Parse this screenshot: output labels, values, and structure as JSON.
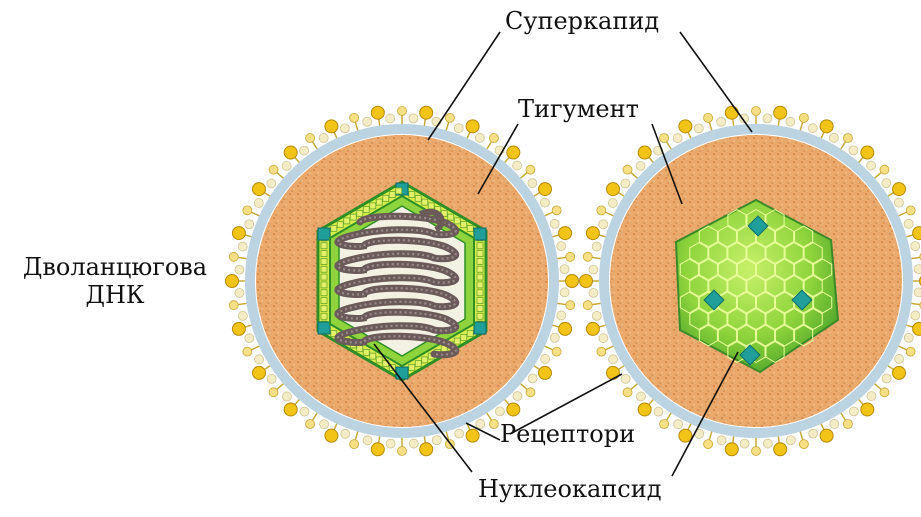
{
  "labels": {
    "supercapsid": "Суперкапид",
    "tegument": "Тигумент",
    "dna_line1": "Дволанцюгова",
    "dna_line2": "ДНК",
    "receptors": "Рецептори",
    "nucleocapsid": "Нуклеокапсид"
  },
  "colors": {
    "tegument": "#e9ad70",
    "tegument_dots": "#d9894a",
    "membrane": "#c9dbe6",
    "receptor": "#f2c417",
    "capsid_green": "#8fd43c",
    "capsid_dark": "#2f8f27",
    "capsomer_teal": "#1f9e9a",
    "capsid_yellow": "#d8ec4a",
    "dna": "#6b5a5a"
  }
}
